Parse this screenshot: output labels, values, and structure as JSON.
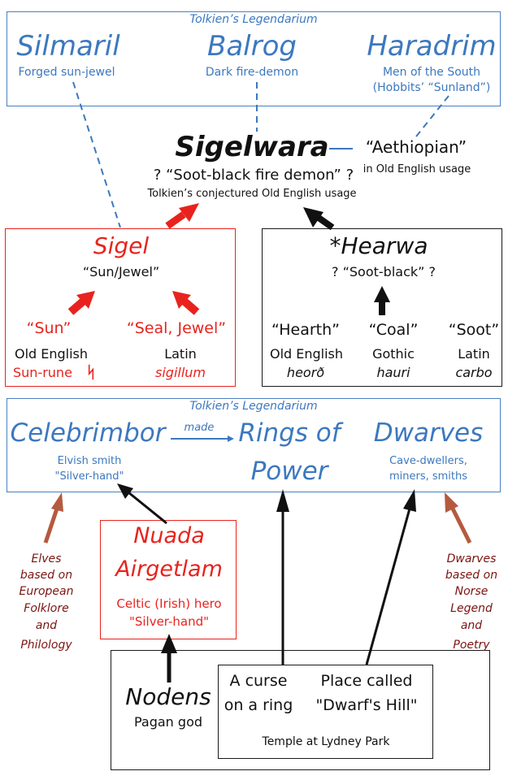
{
  "top_section": {
    "header": "Tolkien’s Legendarium",
    "items": [
      {
        "name": "Silmaril",
        "desc": "Forged sun-jewel"
      },
      {
        "name": "Balrog",
        "desc": "Dark fire-demon"
      },
      {
        "name": "Haradrim",
        "desc_lines": [
          "Men of the South",
          "(Hobbits’ “Sunland”)"
        ]
      }
    ]
  },
  "sigelwara": {
    "word": "Sigelwara",
    "meaning": "?  “Soot-black fire demon” ?",
    "note": "Tolkien’s conjectured Old English usage",
    "aethiopian": "“Aethiopian”",
    "aethiopian_note": "in Old English usage"
  },
  "sigel": {
    "word": "Sigel",
    "meaning": "“Sun/Jewel”",
    "sources": [
      {
        "gloss": "“Sun”",
        "language": "Old English",
        "form": "Sun-rune"
      },
      {
        "gloss": "“Seal, Jewel”",
        "language": "Latin",
        "form": "sigillum"
      }
    ],
    "rune_glyph": "ᛋ"
  },
  "hearwa": {
    "word": "*Hearwa",
    "meaning": "? “Soot-black” ?",
    "sources": [
      {
        "gloss": "“Hearth”",
        "language": "Old English",
        "form": "heorð"
      },
      {
        "gloss": "“Coal”",
        "language": "Gothic",
        "form": "hauri"
      },
      {
        "gloss": "“Soot”",
        "language": "Latin",
        "form": "carbo"
      }
    ]
  },
  "bottom_section": {
    "header": "Tolkien’s Legendarium",
    "celebrimbor": {
      "name": "Celebrimbor",
      "lines": [
        "Elvish smith",
        "\"Silver-hand\""
      ]
    },
    "made_label": "made",
    "rings": {
      "lines": [
        "Rings of",
        "Power"
      ]
    },
    "dwarves": {
      "name": "Dwarves",
      "lines": [
        "Cave-dwellers,",
        "miners, smiths"
      ]
    }
  },
  "elves_note": [
    "Elves",
    "based on",
    "European",
    "Folklore",
    "and",
    "Philology"
  ],
  "dwarves_note": [
    "Dwarves",
    "based on",
    "Norse",
    "Legend",
    "and",
    "Poetry"
  ],
  "nuada": {
    "name_lines": [
      "Nuada",
      "Airgetlam"
    ],
    "desc_lines": [
      "Celtic (Irish) hero",
      "\"Silver-hand\""
    ]
  },
  "lydney": {
    "nodens": "Nodens",
    "nodens_desc": "Pagan god",
    "curse_lines": [
      "A curse",
      "on a ring"
    ],
    "place_lines": [
      "Place called",
      "\"Dwarf's Hill\""
    ],
    "temple": "Temple at Lydney Park"
  },
  "colors": {
    "blue": "#3c78bf",
    "red": "#e8231d",
    "brown": "#b55a3f",
    "dark_red_text": "#7a1410",
    "black": "#111111"
  }
}
